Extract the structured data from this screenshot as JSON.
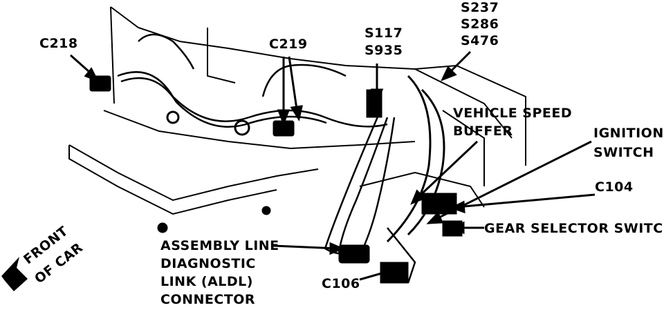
{
  "labels": {
    "c218": "C218",
    "c219": "C219",
    "s117": "S117",
    "s935": "S935",
    "s237": "S237",
    "s286": "S286",
    "s476": "S476",
    "vss_line1": "VEHICLE SPEED",
    "vss_line2": "BUFFER",
    "ign_line1": "IGNITION",
    "ign_line2": "SWITCH",
    "c104": "C104",
    "gear": "GEAR SELECTOR SWITCH",
    "aldl_line1": "ASSEMBLY LINE",
    "aldl_line2": "DIAGNOSTIC",
    "aldl_line3": "LINK (ALDL)",
    "aldl_line4": "CONNECTOR",
    "c106": "C106",
    "front_line1": "FRONT",
    "front_line2": "OF CAR"
  }
}
